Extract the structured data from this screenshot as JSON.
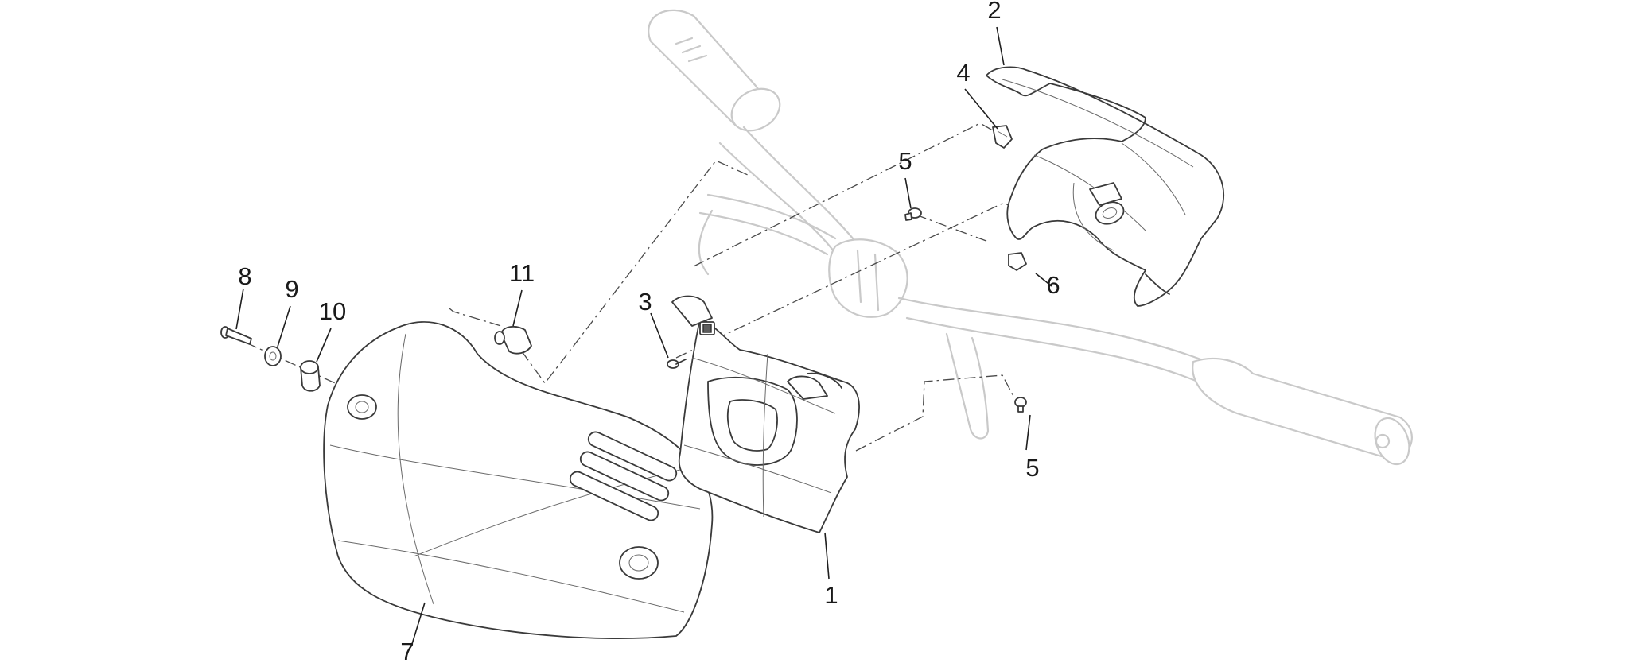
{
  "diagram": {
    "callouts": [
      {
        "id": "1",
        "text": "1"
      },
      {
        "id": "2",
        "text": "2"
      },
      {
        "id": "3",
        "text": "3"
      },
      {
        "id": "4",
        "text": "4"
      },
      {
        "id": "5a",
        "text": "5"
      },
      {
        "id": "5b",
        "text": "5"
      },
      {
        "id": "6",
        "text": "6"
      },
      {
        "id": "7",
        "text": "7"
      },
      {
        "id": "8",
        "text": "8"
      },
      {
        "id": "9",
        "text": "9"
      },
      {
        "id": "10",
        "text": "10"
      },
      {
        "id": "11",
        "text": "11"
      }
    ],
    "colors": {
      "background": "#ffffff",
      "part_outline": "#3a3a3a",
      "ghost_outline": "#c9c9c9",
      "grip_fill": "#5d5d5d"
    }
  }
}
